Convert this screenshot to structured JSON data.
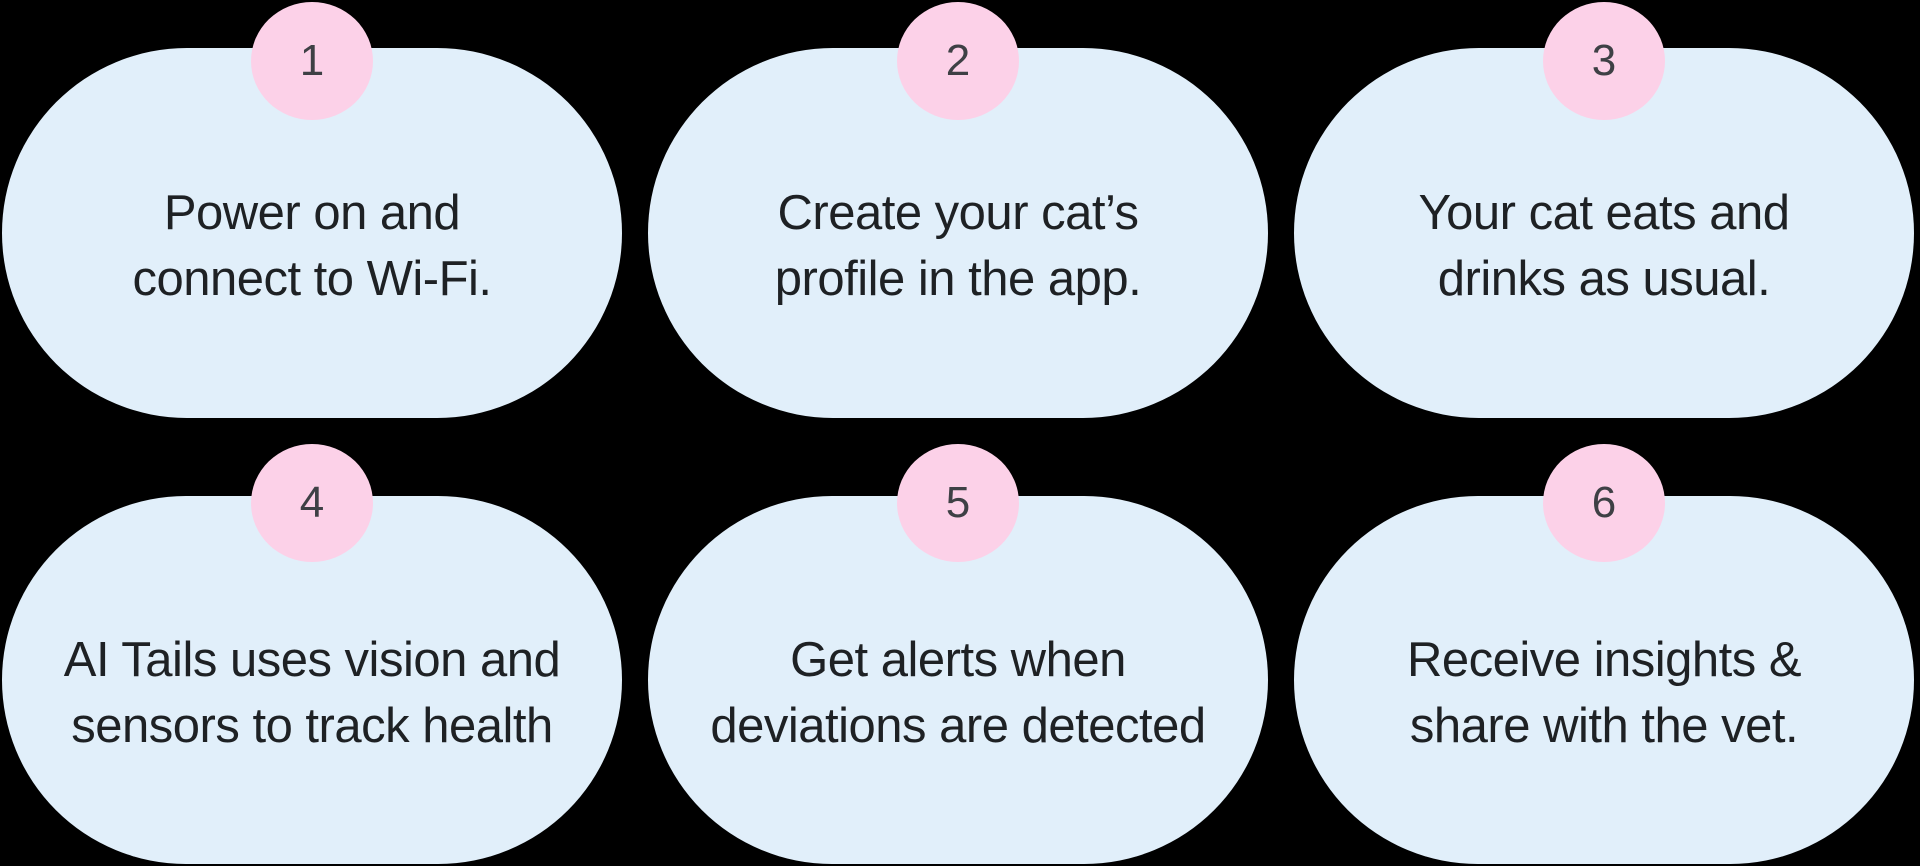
{
  "colors": {
    "background": "#000000",
    "card_fill": "#e1effa",
    "badge_fill": "#fcd1e8",
    "badge_number": "#3e4045",
    "card_text": "#1e2124"
  },
  "cards": [
    {
      "number": "1",
      "lines": [
        "Power on and",
        "connect to Wi-Fi."
      ]
    },
    {
      "number": "2",
      "lines": [
        "Create your cat’s",
        "profile in the app."
      ]
    },
    {
      "number": "3",
      "lines": [
        "Your cat eats and",
        "drinks as usual."
      ]
    },
    {
      "number": "4",
      "lines": [
        "AI Tails uses vision and",
        "sensors to track health"
      ]
    },
    {
      "number": "5",
      "lines": [
        "Get alerts when",
        "deviations are detected"
      ]
    },
    {
      "number": "6",
      "lines": [
        "Receive insights &",
        "share with the vet."
      ]
    }
  ]
}
